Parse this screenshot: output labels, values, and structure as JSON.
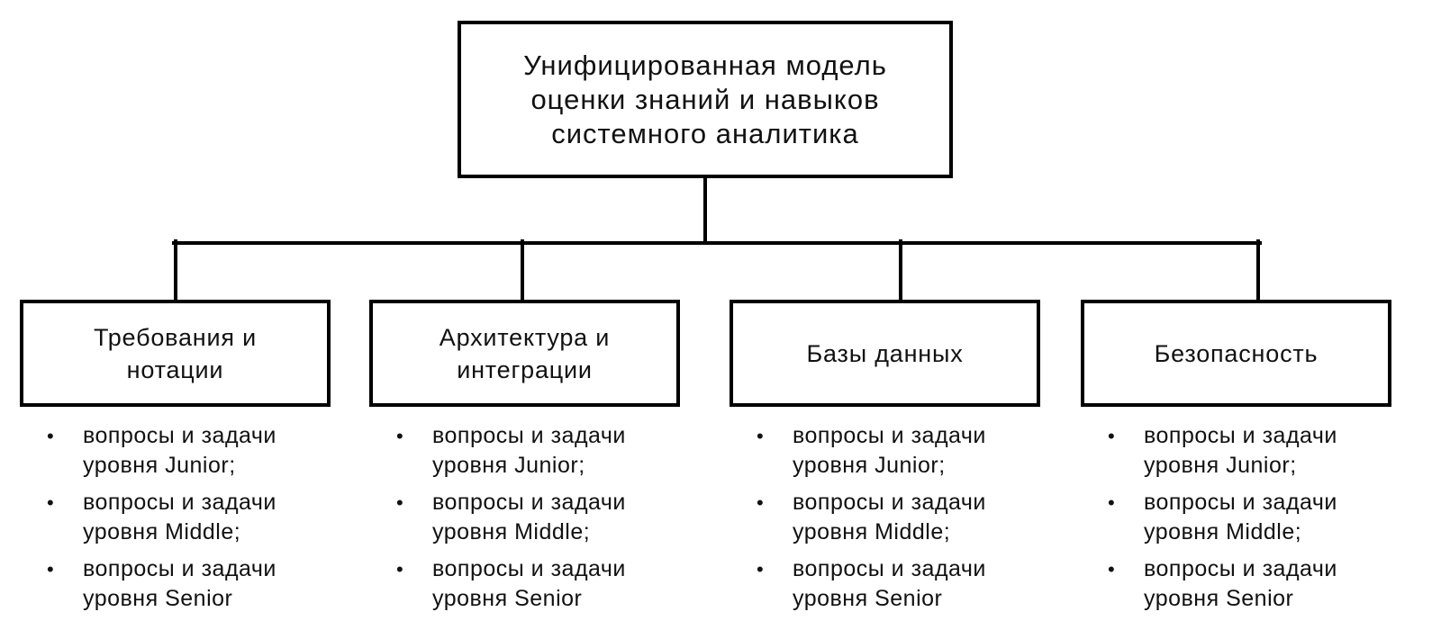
{
  "diagram": {
    "root": {
      "title_lines": [
        "Унифицированная модель",
        "оценки знаний и навыков",
        "системного аналитика"
      ]
    },
    "branches": [
      {
        "label_lines": [
          "Требования и",
          "нотации"
        ],
        "bullets": [
          {
            "line1": "вопросы и задачи",
            "line2": "уровня Junior;"
          },
          {
            "line1": "вопросы и задачи",
            "line2": "уровня Middle;"
          },
          {
            "line1": "вопросы и задачи",
            "line2": "уровня Senior"
          }
        ]
      },
      {
        "label_lines": [
          "Архитектура и",
          "интеграции"
        ],
        "bullets": [
          {
            "line1": "вопросы и задачи",
            "line2": "уровня Junior;"
          },
          {
            "line1": "вопросы и задачи",
            "line2": "уровня Middle;"
          },
          {
            "line1": "вопросы и задачи",
            "line2": "уровня Senior"
          }
        ]
      },
      {
        "label_lines": [
          "Базы данных"
        ],
        "bullets": [
          {
            "line1": "вопросы и задачи",
            "line2": "уровня Junior;"
          },
          {
            "line1": "вопросы и задачи",
            "line2": "уровня Middle;"
          },
          {
            "line1": "вопросы и задачи",
            "line2": "уровня Senior"
          }
        ]
      },
      {
        "label_lines": [
          "Безопасность"
        ],
        "bullets": [
          {
            "line1": "вопросы и задачи",
            "line2": "уровня Junior;"
          },
          {
            "line1": "вопросы и задачи",
            "line2": "уровня Middle;"
          },
          {
            "line1": "вопросы и задачи",
            "line2": "уровня Senior"
          }
        ]
      }
    ],
    "glyphs": {
      "bullet": "•"
    },
    "colors": {
      "line": "#000000",
      "box_border": "#000000",
      "box_background": "#ffffff",
      "text": "#111111",
      "background": "#ffffff"
    }
  }
}
